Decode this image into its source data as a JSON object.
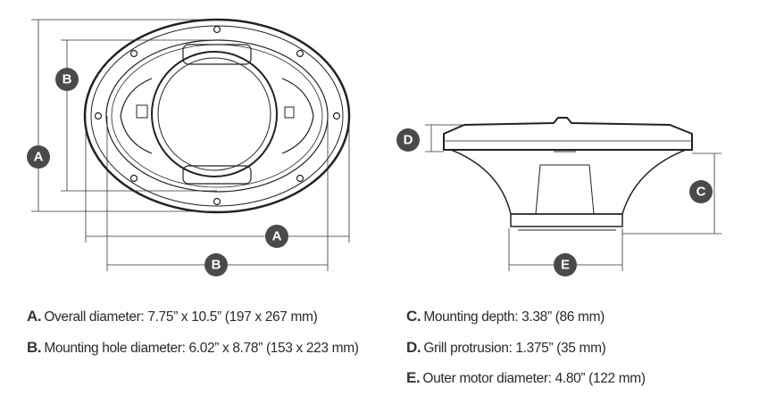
{
  "diagram": {
    "front_view_labels": {
      "a_vertical": "A",
      "b_vertical": "B",
      "a_horizontal": "A",
      "b_horizontal": "B"
    },
    "side_view_labels": {
      "d": "D",
      "c": "C",
      "e": "E"
    },
    "badge_color": "#4a4a4a"
  },
  "specs": [
    {
      "letter": "A.",
      "text": "Overall diameter: 7.75” x 10.5” (197 x 267 mm)"
    },
    {
      "letter": "B.",
      "text": "Mounting hole diameter: 6.02” x 8.78” (153 x 223 mm)"
    },
    {
      "letter": "C.",
      "text": "Mounting depth: 3.38” (86 mm)"
    },
    {
      "letter": "D.",
      "text": "Grill protrusion: 1.375” (35 mm)"
    },
    {
      "letter": "E.",
      "text": "Outer motor diameter: 4.80” (122 mm)"
    }
  ]
}
